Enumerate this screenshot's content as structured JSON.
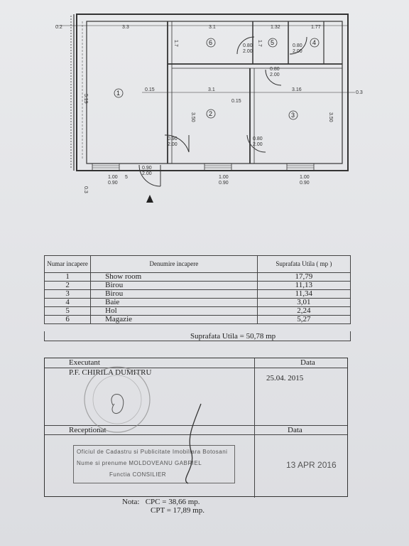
{
  "plan": {
    "dims": {
      "top_left_small": "0.2",
      "top_room1": "3.3",
      "top_room6": "3.1",
      "top_room5": "1.32",
      "top_room4": "1.77",
      "left_height": "5.19",
      "left_bottom": "0.3",
      "mid_wall_left": "0.15",
      "mid_room2": "3.1",
      "mid_wall": "0.15",
      "mid_room3": "3.16",
      "right_end": "0.3",
      "room2_height": "3.50",
      "room3_height": "3.50",
      "room6_height": "1.7",
      "room5_height": "1.7"
    },
    "rooms": [
      "1",
      "2",
      "3",
      "4",
      "5",
      "6"
    ],
    "doors": [
      {
        "w": "0.90",
        "h": "2.00"
      },
      {
        "w": "0.80",
        "h": "2.00"
      },
      {
        "w": "0.80",
        "h": "2.00"
      },
      {
        "w": "0.80",
        "h": "2.00"
      },
      {
        "w": "0.80",
        "h": "2.00"
      },
      {
        "w": "0.90",
        "h": "2.00"
      }
    ],
    "windows": [
      {
        "w": "1.00",
        "h": "0.90"
      },
      {
        "w": "1.00",
        "h": "0.90"
      },
      {
        "w": "1.00",
        "h": "0.90"
      }
    ],
    "entry_number": "5"
  },
  "table": {
    "col_nr": "Numar incapere",
    "col_name": "Denumire incapere",
    "col_area": "Suprafata Utila ( mp )",
    "rows": [
      {
        "nr": "1",
        "name": "Show room",
        "area": "17,79"
      },
      {
        "nr": "2",
        "name": "Birou",
        "area": "11,13"
      },
      {
        "nr": "3",
        "name": "Birou",
        "area": "11,34"
      },
      {
        "nr": "4",
        "name": "Baie",
        "area": "3,01"
      },
      {
        "nr": "5",
        "name": "Hol",
        "area": "2,24"
      },
      {
        "nr": "6",
        "name": "Magazie",
        "area": "5,27"
      }
    ],
    "total": "Suprafata Utila = 50,78 mp"
  },
  "signatures": {
    "executant_label": "Executant",
    "data_label_1": "Data",
    "executant_name": "P.F. CHIRILA DUMITRU",
    "executant_date": "25.04. 2015",
    "receptionat_label": "Receptionat",
    "data_label_2": "Data",
    "stamp_line1": "Oficiul de Cadastru si Publicitate Imobiliara Botosani",
    "stamp_line2": "Nume si prenume MOLDOVEANU GABRIEL",
    "stamp_line3": "Functia CONSILIER",
    "receptionat_date": "13 APR 2016"
  },
  "notes": {
    "label": "Nota:",
    "cpc": "CPC = 38,66 mp.",
    "cpt": "CPT = 17,89 mp."
  }
}
